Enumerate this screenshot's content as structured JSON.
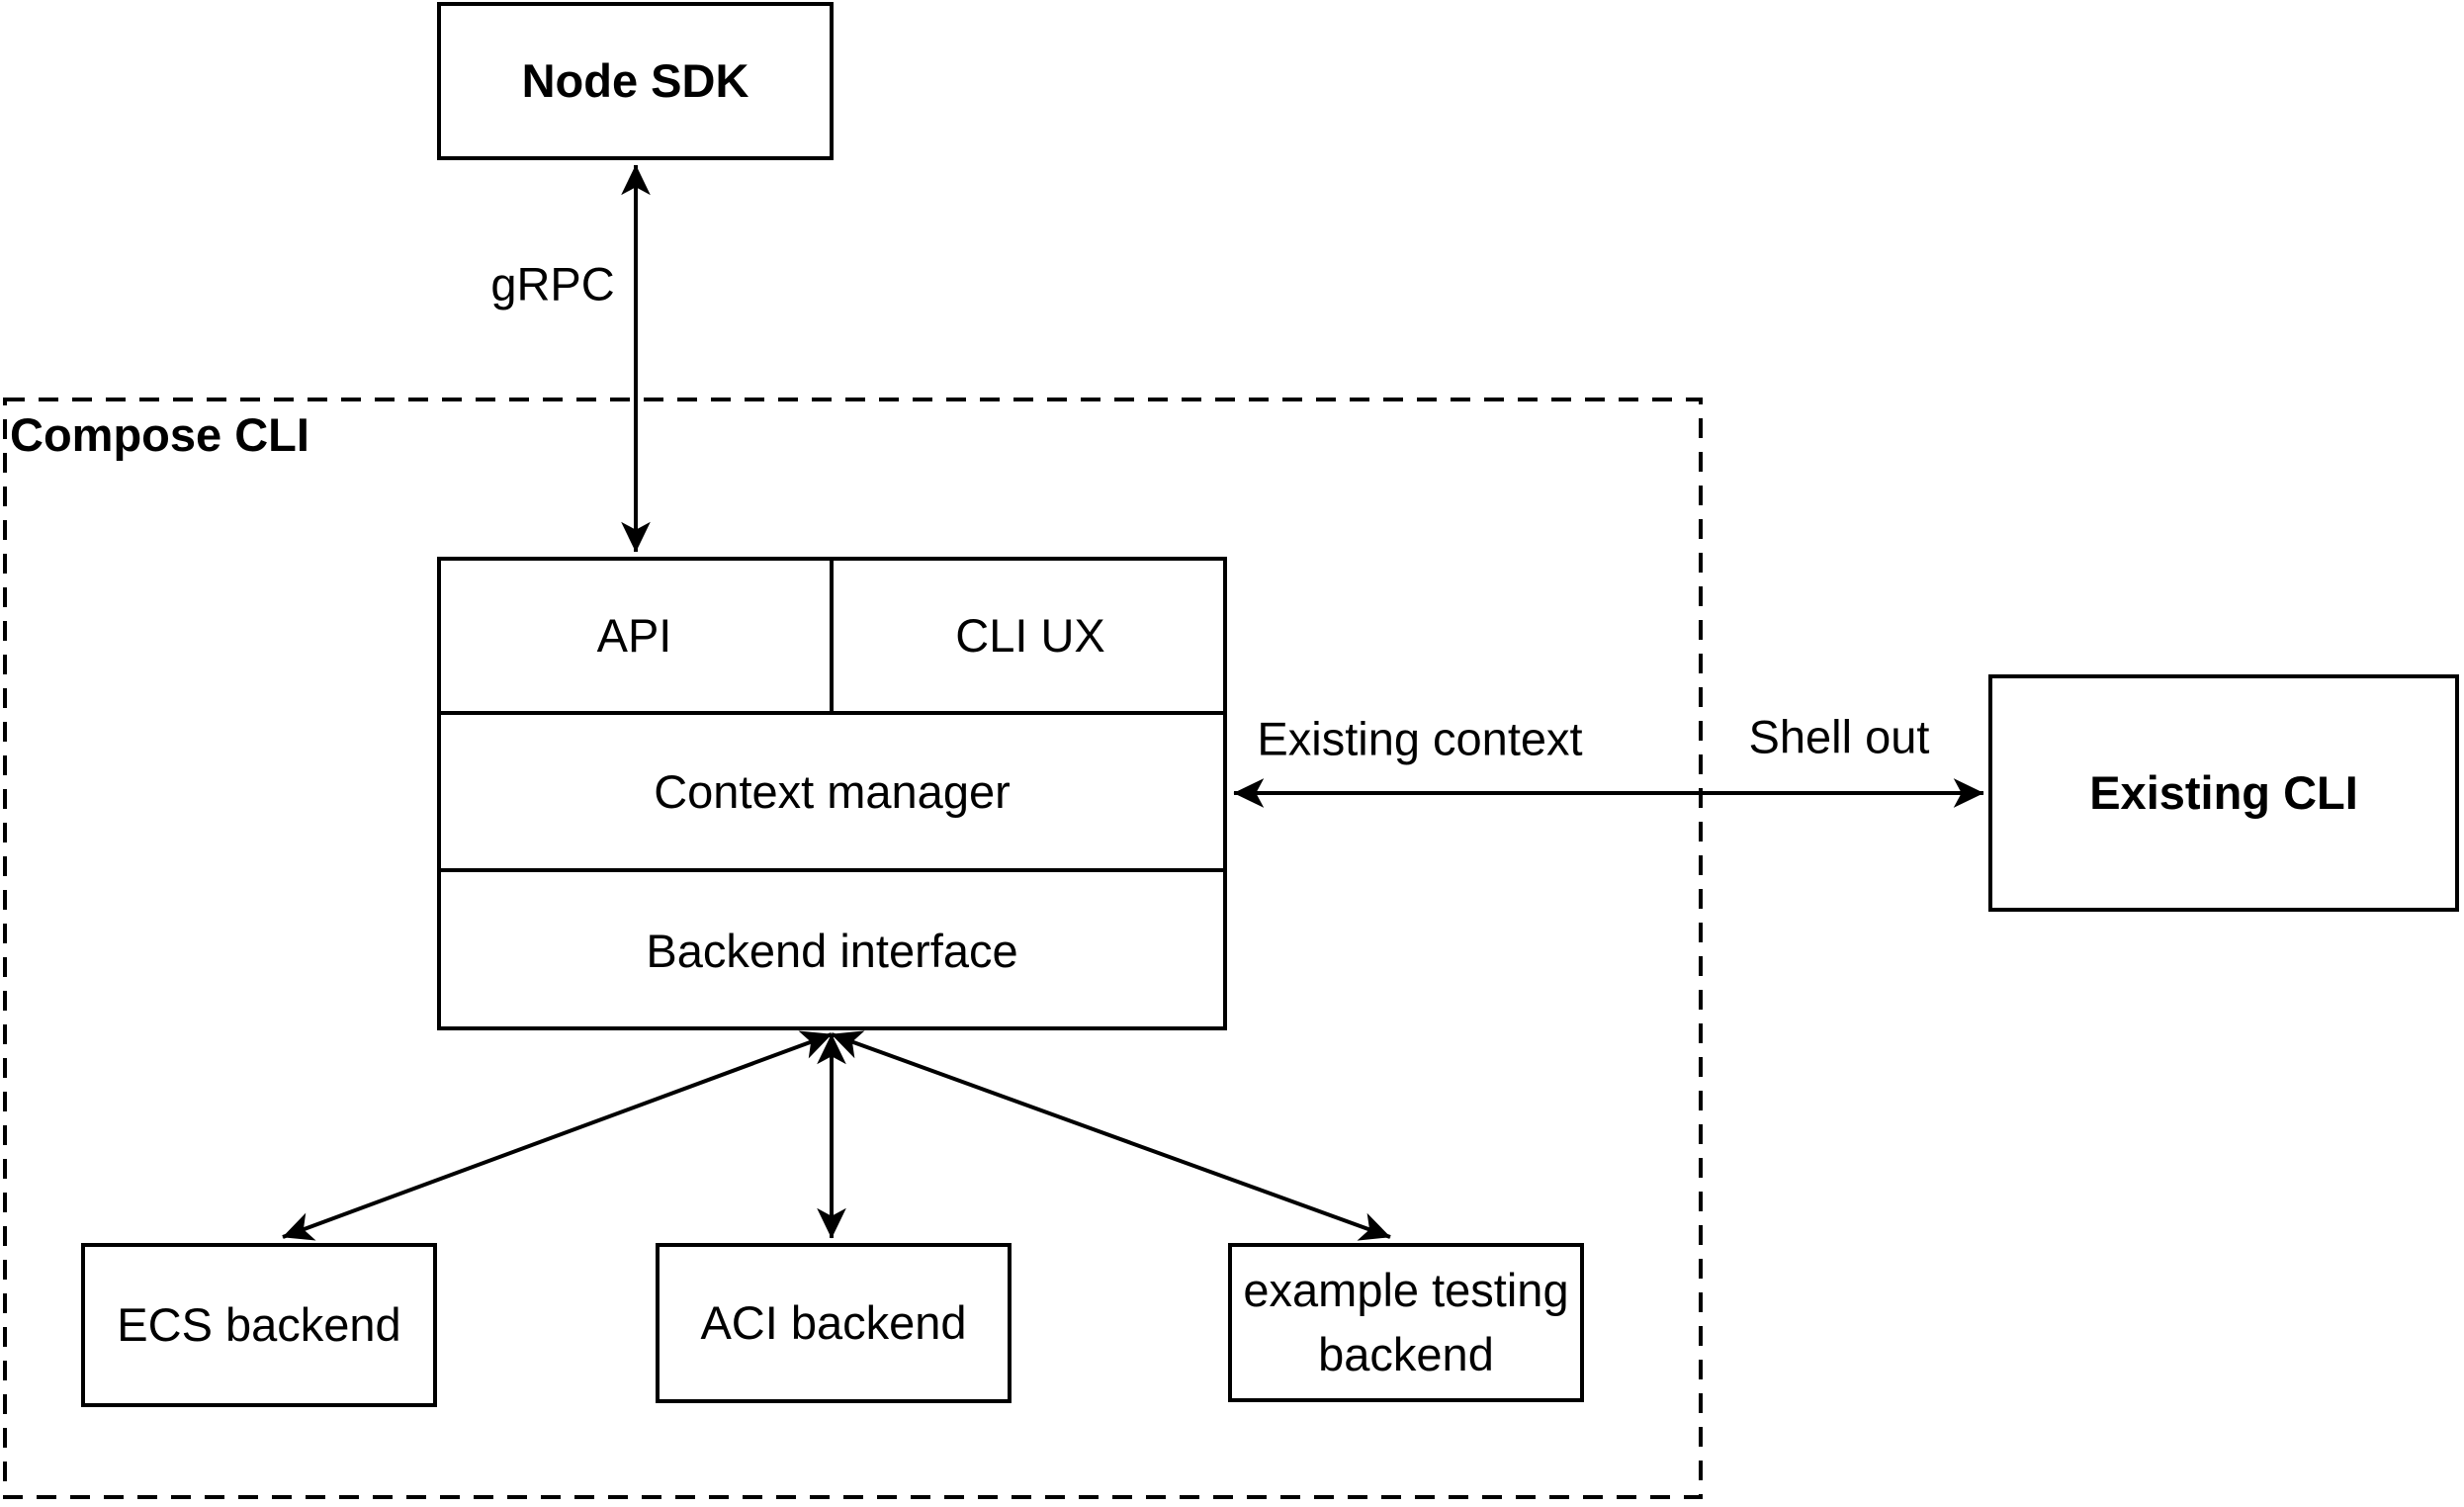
{
  "diagram": {
    "colors": {
      "background": "#ffffff",
      "line": "#000000",
      "text": "#000000"
    },
    "container": {
      "label": "Compose CLI"
    },
    "nodes": {
      "node_sdk": {
        "label": "Node SDK"
      },
      "api": {
        "label": "API"
      },
      "cli_ux": {
        "label": "CLI UX"
      },
      "context_manager": {
        "label": "Context manager"
      },
      "backend_interface": {
        "label": "Backend interface"
      },
      "ecs_backend": {
        "label": "ECS backend"
      },
      "aci_backend": {
        "label": "ACI backend"
      },
      "example_testing_backend": {
        "label": "example testing backend",
        "lines": [
          "example testing",
          "backend"
        ]
      },
      "existing_cli": {
        "label": "Existing CLI"
      }
    },
    "edge_labels": {
      "grpc": {
        "label": "gRPC"
      },
      "existing_context": {
        "label": "Existing context"
      },
      "shell_out": {
        "label": "Shell out"
      }
    }
  }
}
